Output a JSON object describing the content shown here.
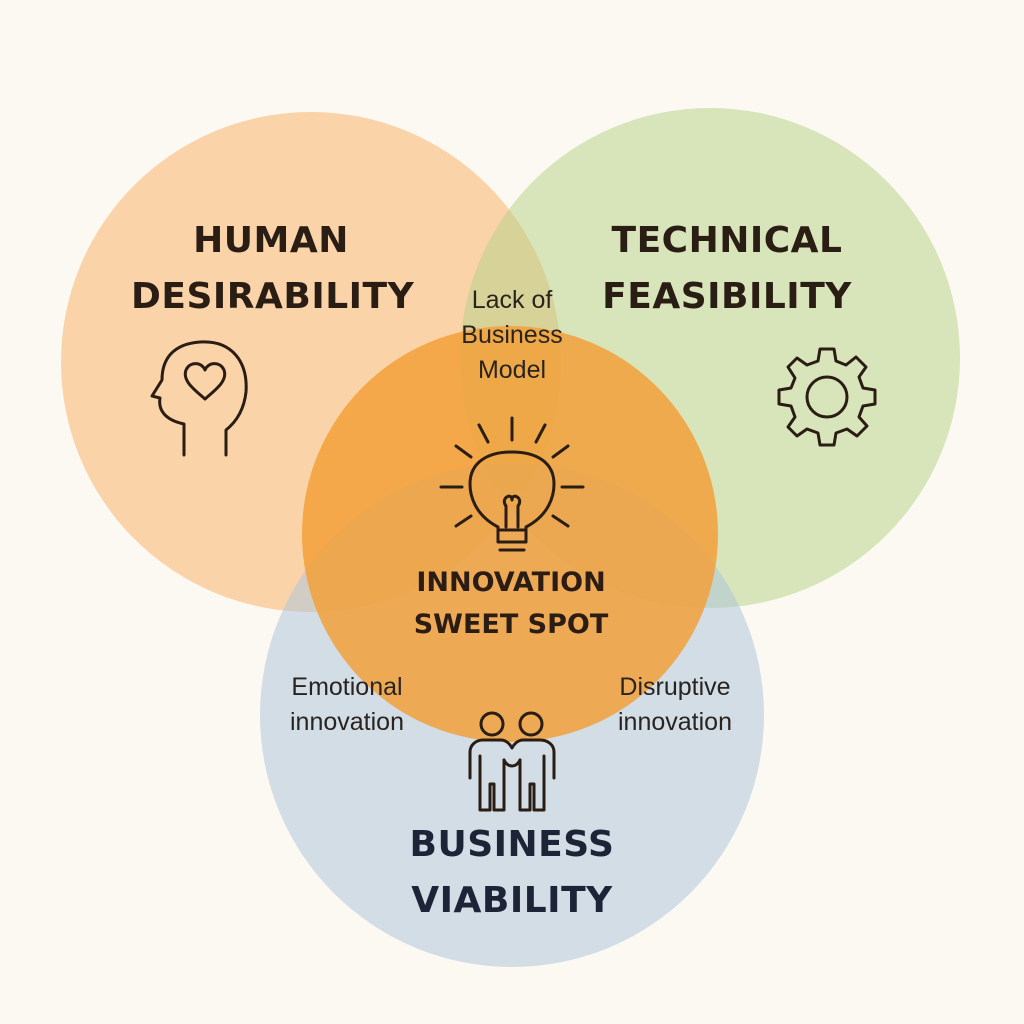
{
  "diagram": {
    "circles": {
      "human": {
        "line1": "HUMAN",
        "line2": "DESIRABILITY",
        "color": "#f8b978",
        "icon": "head-heart-icon"
      },
      "technical": {
        "line1": "TECHNICAL",
        "line2": "FEASIBILITY",
        "color": "#c6db9a",
        "icon": "gear-icon"
      },
      "business": {
        "line1": "BUSINESS",
        "line2": "VIABILITY",
        "color": "#b9cfdf",
        "icon": "people-icon"
      },
      "center": {
        "line1": "INNOVATION",
        "line2": "SWEET SPOT",
        "color": "#f0a23a",
        "icon": "lightbulb-icon"
      }
    },
    "overlaps": {
      "human_technical": [
        "Lack of",
        "Business",
        "Model"
      ],
      "human_business": [
        "Emotional",
        "innovation"
      ],
      "technical_business": [
        "Disruptive",
        "innovation"
      ]
    }
  }
}
